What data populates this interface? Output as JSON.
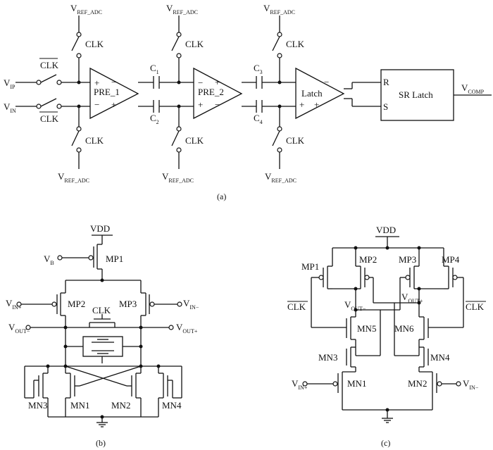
{
  "panel_a": {
    "caption": "(a)",
    "vref": "V",
    "vref_sub": "REF_ADC",
    "clk": "CLK",
    "clk_bar": "CLK",
    "vip": "V",
    "vip_sub": "IP",
    "vin": "V",
    "vin_sub": "IN",
    "pre1": "PRE_1",
    "pre2": "PRE_2",
    "latch": "Latch",
    "c1": "C",
    "c1_sub": "1",
    "c2": "C",
    "c2_sub": "2",
    "c3": "C",
    "c3_sub": "3",
    "c4": "C",
    "c4_sub": "4",
    "plus": "+",
    "minus": "−",
    "sr_latch": "SR Latch",
    "r": "R",
    "s": "S",
    "vcomp": "V",
    "vcomp_sub": "COMP"
  },
  "panel_b": {
    "caption": "(b)",
    "vdd": "VDD",
    "vb": "V",
    "vb_sub": "B",
    "mp1": "MP1",
    "mp2": "MP2",
    "mp3": "MP3",
    "vinp": "V",
    "vinp_sub": "IN+",
    "vinn": "V",
    "vinn_sub": "IN−",
    "clk": "CLK",
    "voutn": "V",
    "voutn_sub": "OUT−",
    "voutp": "V",
    "voutp_sub": "OUT+",
    "mn1": "MN1",
    "mn2": "MN2",
    "mn3": "MN3",
    "mn4": "MN4"
  },
  "panel_c": {
    "caption": "(c)",
    "vdd": "VDD",
    "mp1": "MP1",
    "mp2": "MP2",
    "mp3": "MP3",
    "mp4": "MP4",
    "voutn": "V",
    "voutn_sub": "OUT−",
    "voutp": "V",
    "voutp_sub": "OUT+",
    "clk_bar_l": "CLK",
    "clk_bar_r": "CLK",
    "mn5": "MN5",
    "mn6": "MN6",
    "mn3": "MN3",
    "mn4": "MN4",
    "mn1": "MN1",
    "mn2": "MN2",
    "vinp": "V",
    "vinp_sub": "IN+",
    "vinn": "V",
    "vinn_sub": "IN−"
  }
}
